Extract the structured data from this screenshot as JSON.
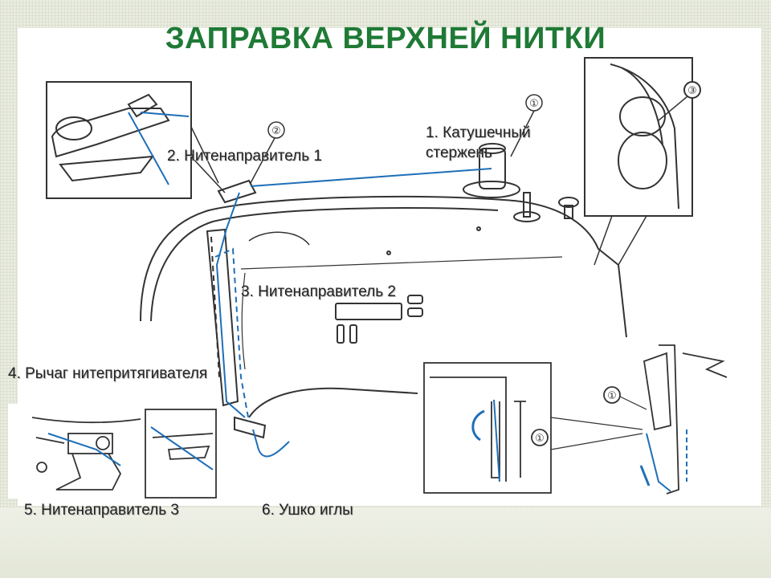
{
  "title": "ЗАПРАВКА ВЕРХНЕЙ НИТКИ",
  "labels": {
    "spool_pin_line1": "1. Катушечный",
    "spool_pin_line2": "стержень",
    "guide1": "2. Нитенаправитель 1",
    "guide2": "3. Нитенаправитель 2",
    "takeup_lever": "4. Рычаг  нитепритягивателя",
    "guide3": "5. Нитенаправитель 3",
    "needle_eye": "6. Ушко иглы"
  },
  "callouts": {
    "c1": "①",
    "c2": "②",
    "c3": "③"
  },
  "colors": {
    "title": "#1f7a35",
    "thread": "#1f6fb8",
    "outline": "#333333"
  }
}
